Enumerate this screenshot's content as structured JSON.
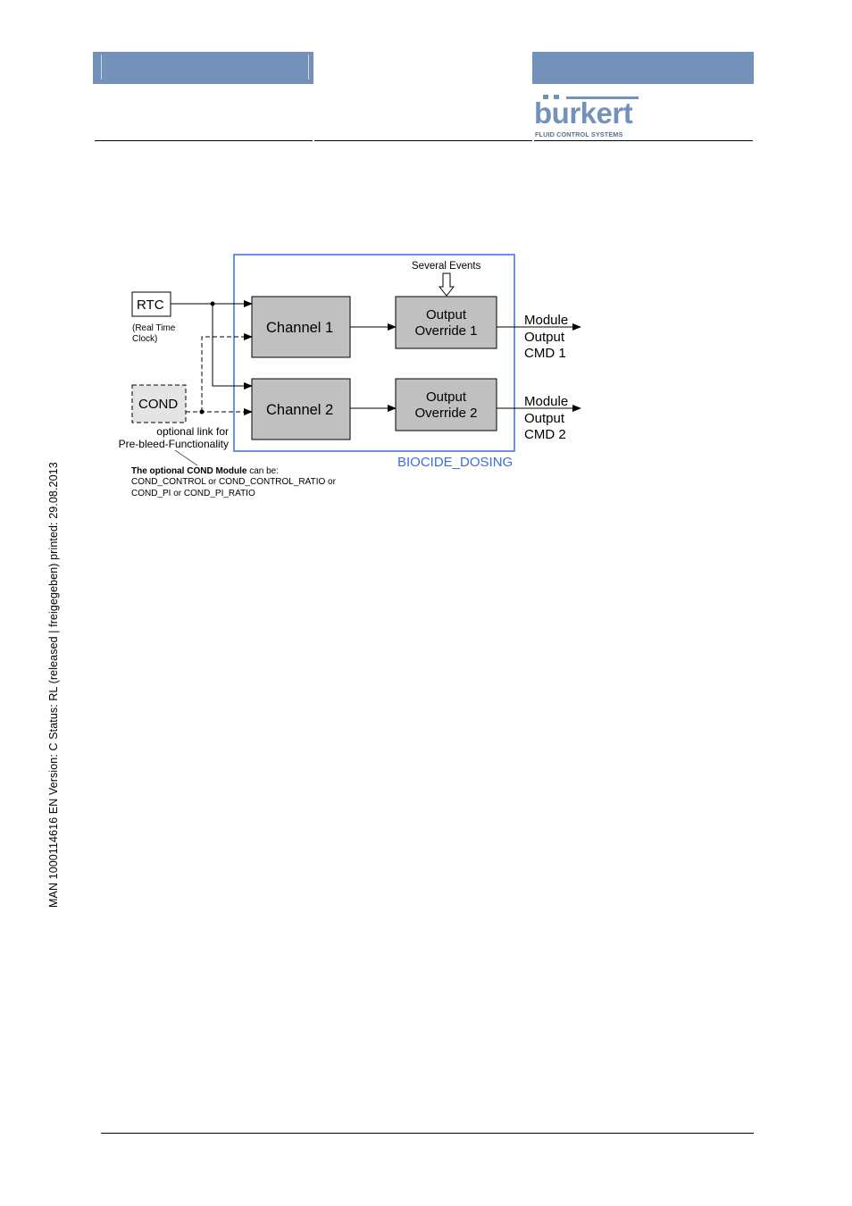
{
  "header": {
    "logo_text": "burkert",
    "logo_tagline": "FLUID CONTROL SYSTEMS",
    "bar_color": "#7391b9"
  },
  "sidebar": {
    "document_info": "MAN  1000114616  EN  Version: C  Status: RL (released | freigegeben)  printed: 29.08.2013"
  },
  "diagram": {
    "module_label": "BIOCIDE_DOSING",
    "module_color": "#3a6ee0",
    "rtc_label": "RTC",
    "rtc_caption_line1": "(Real Time",
    "rtc_caption_line2": "Clock)",
    "cond_label": "COND",
    "cond_note_line1": "optional link for",
    "cond_note_line2": "Pre-bleed-Functionality",
    "cond_module_bold": "The optional COND Module",
    "cond_module_rest": " can be:",
    "cond_options_line1": "COND_CONTROL or COND_CONTROL_RATIO or",
    "cond_options_line2": "COND_PI or COND_PI_RATIO",
    "events_label": "Several Events",
    "channel1_label": "Channel 1",
    "channel2_label": "Channel 2",
    "override1_line1": "Output",
    "override1_line2": "Override 1",
    "override2_line1": "Output",
    "override2_line2": "Override 2",
    "output1_line1": "Module",
    "output1_line2": "Output",
    "output1_line3": "CMD 1",
    "output2_line1": "Module",
    "output2_line2": "Output",
    "output2_line3": "CMD 2",
    "block_fill": "#c0c0c0"
  }
}
